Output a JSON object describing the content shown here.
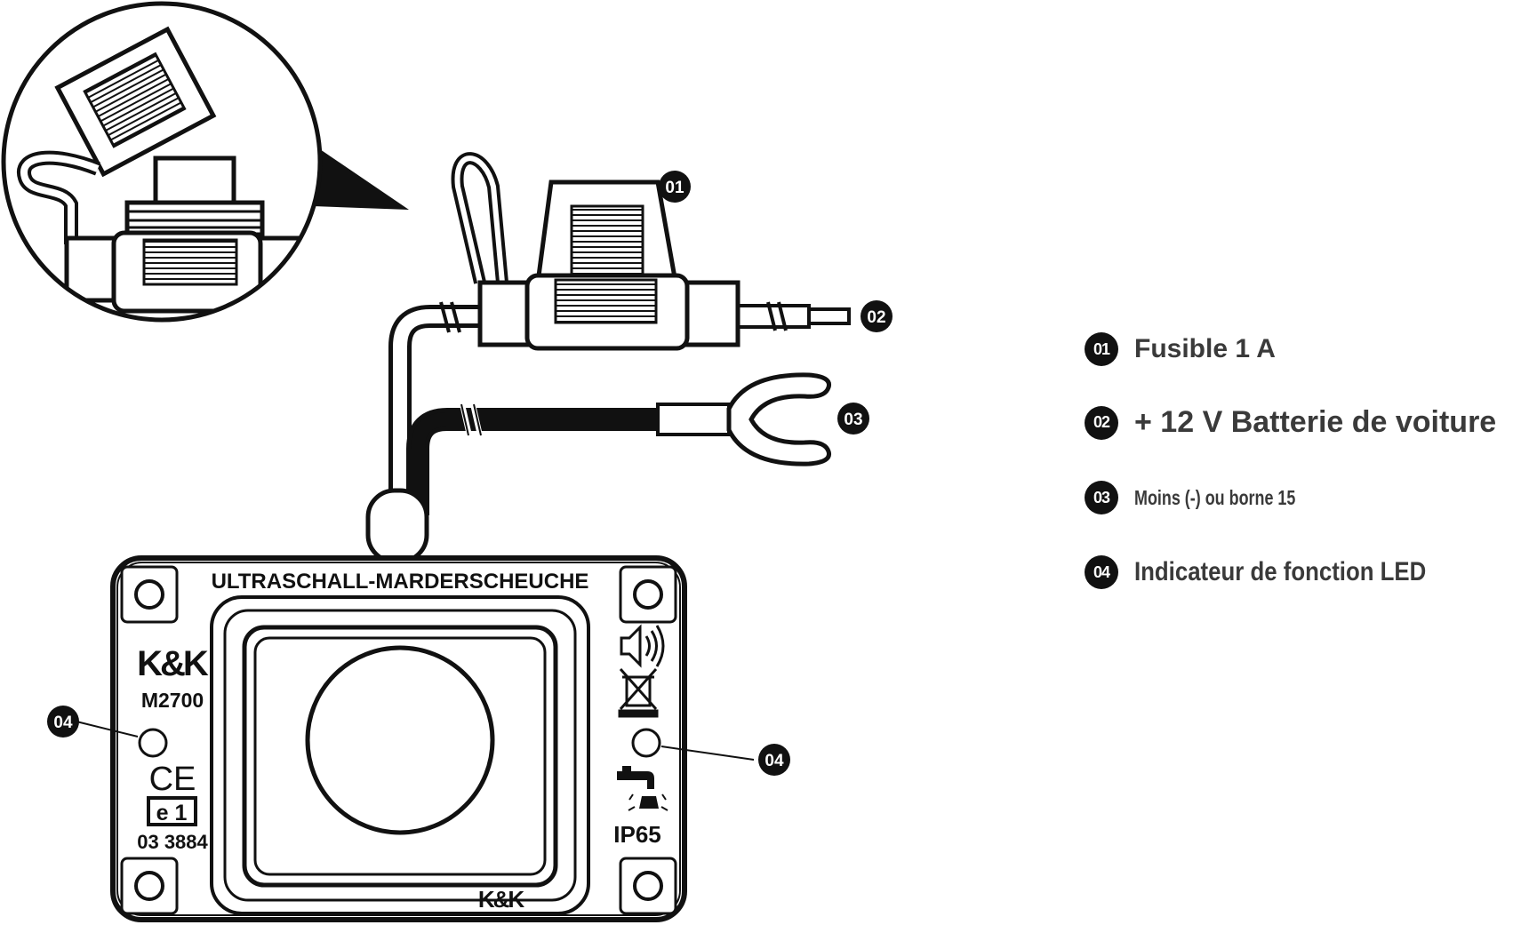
{
  "device": {
    "title": "ULTRASCHALL-MARDERSCHEUCHE",
    "brand": "K&K",
    "model": "M2700",
    "ce_mark": "CE",
    "e_mark": "e 1",
    "approval_number": "03 3884",
    "ip_rating": "IP65",
    "brand_bottom": "K&K"
  },
  "callouts": [
    "01",
    "02",
    "03",
    "04"
  ],
  "legend": [
    {
      "num": "01",
      "text": "Fusible 1 A"
    },
    {
      "num": "02",
      "text": "+ 12 V Batterie de voiture"
    },
    {
      "num": "03",
      "text": "Moins (-) ou borne 15"
    },
    {
      "num": "04",
      "text": "Indicateur de fonction LED"
    }
  ],
  "icons": [
    "speaker-icon",
    "crossed-bin-icon",
    "water-tap-icon"
  ],
  "colors": {
    "ink": "#111111",
    "legend_text": "#3a3a3a",
    "background": "#ffffff"
  }
}
